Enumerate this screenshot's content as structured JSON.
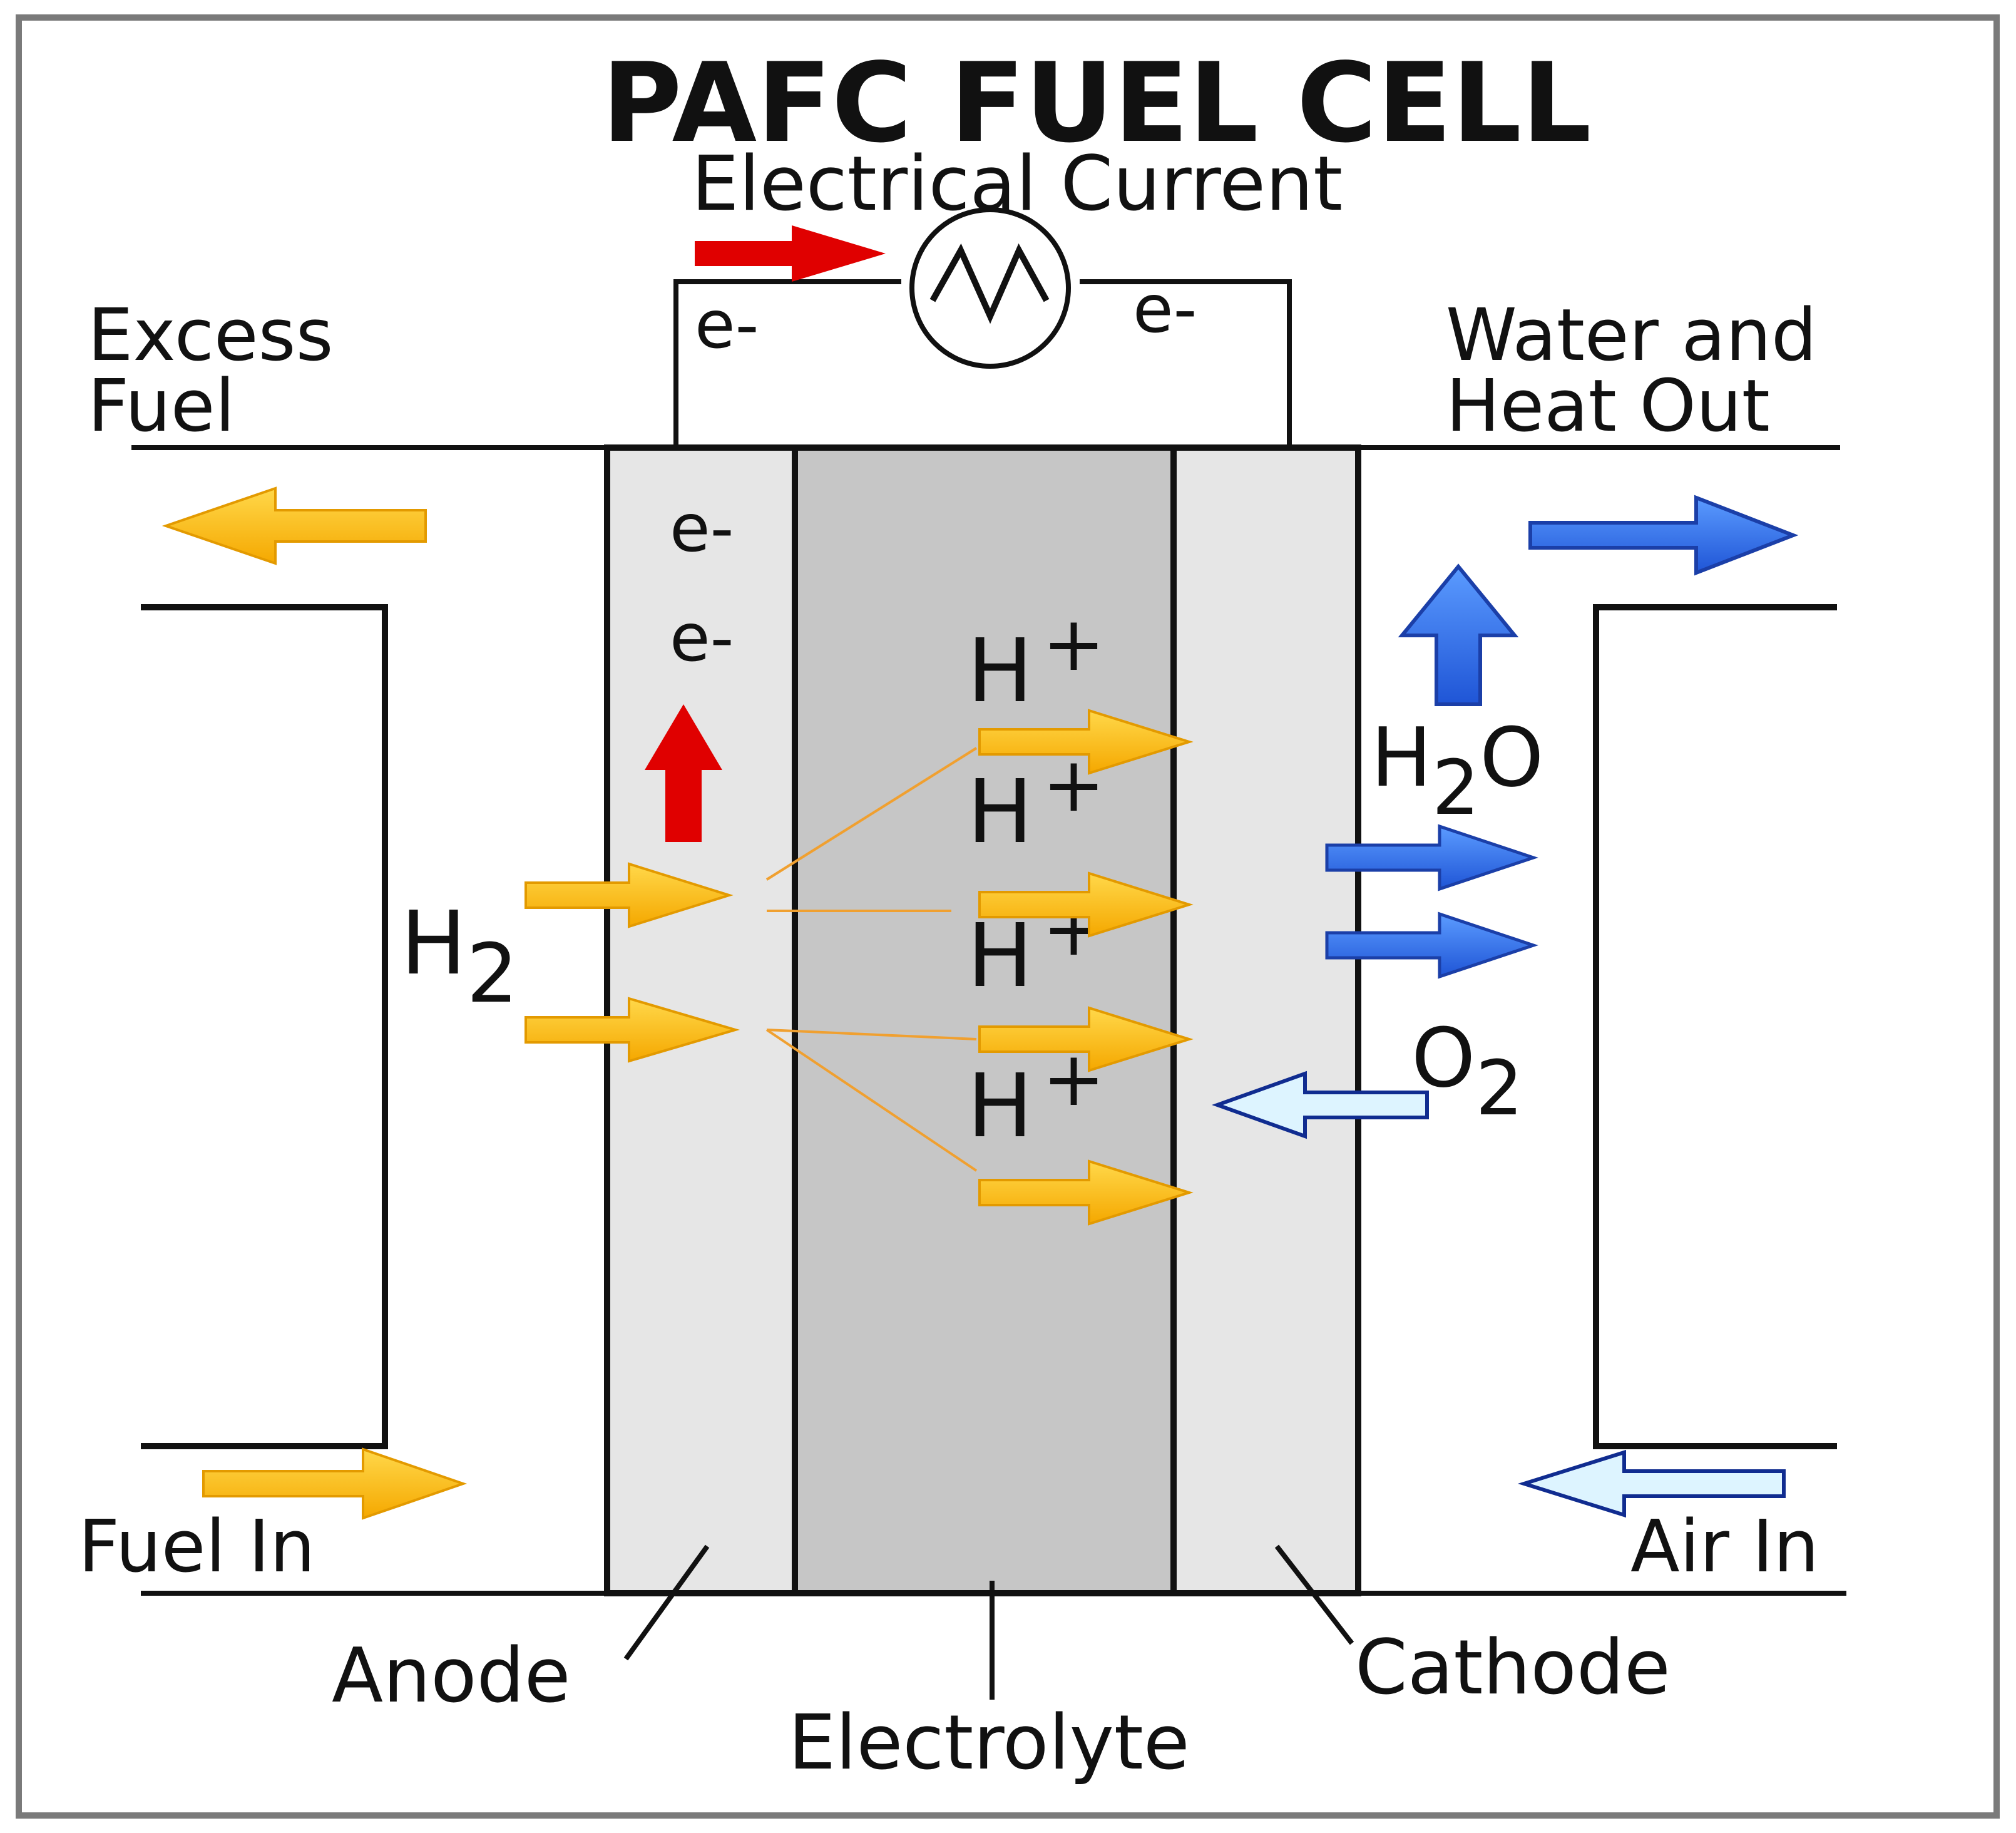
{
  "title": "PAFC FUEL CELL",
  "current_label": "Electrical Current",
  "electron": "e-",
  "labels": {
    "excess_fuel_1": "Excess",
    "excess_fuel_2": "Fuel",
    "water_heat_1": "Water and",
    "water_heat_2": "Heat Out",
    "fuel_in": "Fuel In",
    "air_in": "Air In",
    "anode": "Anode",
    "electrolyte": "Electrolyte",
    "cathode": "Cathode"
  },
  "species": {
    "hydrogen": "H",
    "hydrogen_sub": "2",
    "proton": "H",
    "proton_sup": "+",
    "water": "H",
    "water_sub": "2",
    "water_tail": "O",
    "oxygen": "O",
    "oxygen_sub": "2"
  },
  "colors": {
    "fuel_arrow": "#FFC000",
    "electron_arrow": "#E00000",
    "water_arrow": "#3B7BF0",
    "air_arrow": "#DDF4FF",
    "anode_fill": "#E6E6E6",
    "electrolyte_fill": "#C6C6C6",
    "cathode_fill": "#E6E6E6"
  }
}
